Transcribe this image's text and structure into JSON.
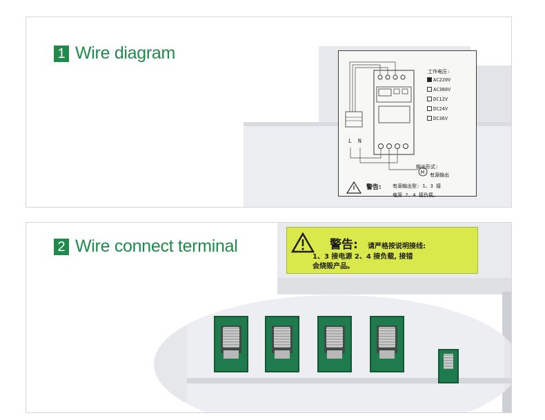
{
  "panel1": {
    "number": "1",
    "title": "Wire diagram",
    "label": {
      "voltage_heading": "工作电压:",
      "options": [
        {
          "text": "AC220V",
          "checked": true
        },
        {
          "text": "AC380V",
          "checked": false
        },
        {
          "text": "DC12V",
          "checked": false
        },
        {
          "text": "DC24V",
          "checked": false
        },
        {
          "text": "DC36V",
          "checked": false
        }
      ],
      "output_title": "输出形式:",
      "output_value": "有源输出",
      "warning_label": "警告:",
      "warning_line1": "有源输出型: 1、3 接",
      "warning_line2": "电源 2、4 接负载。",
      "L": "L",
      "N": "N"
    }
  },
  "panel2": {
    "number": "2",
    "title": "Wire connect terminal",
    "label": {
      "title": "警告:",
      "line1": "请严格按说明接线:",
      "line2": "1、3 接电源 2、4 接负载, 接错",
      "line3": "会烧毁产品。"
    },
    "terminal_count": 4
  },
  "colors": {
    "accent_green": "#1f8a4c",
    "warning_yellow": "#d9e84a",
    "terminal_green": "#1f7a4e"
  }
}
